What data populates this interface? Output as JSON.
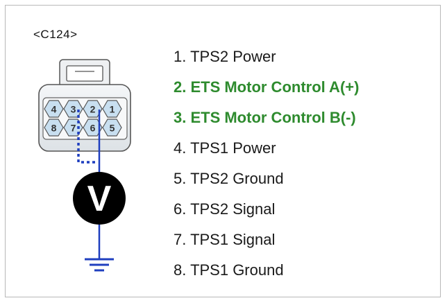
{
  "connector_id": "<C124>",
  "pin_numbers": [
    "1",
    "2",
    "3",
    "4",
    "5",
    "6",
    "7",
    "8"
  ],
  "meter_label": "V",
  "pins": [
    {
      "text": "1. TPS2 Power",
      "highlight": false
    },
    {
      "text": "2. ETS Motor Control A(+)",
      "highlight": true
    },
    {
      "text": "3. ETS Motor Control B(-)",
      "highlight": true
    },
    {
      "text": "4. TPS1 Power",
      "highlight": false
    },
    {
      "text": "5. TPS2 Ground",
      "highlight": false
    },
    {
      "text": "6. TPS2 Signal",
      "highlight": false
    },
    {
      "text": "7. TPS1 Signal",
      "highlight": false
    },
    {
      "text": "8. TPS1 Ground",
      "highlight": false
    }
  ],
  "colors": {
    "highlight_text": "#2e8b2e",
    "probe_wire": "#1f3fbf",
    "pin_fill": "#c8dff0"
  }
}
